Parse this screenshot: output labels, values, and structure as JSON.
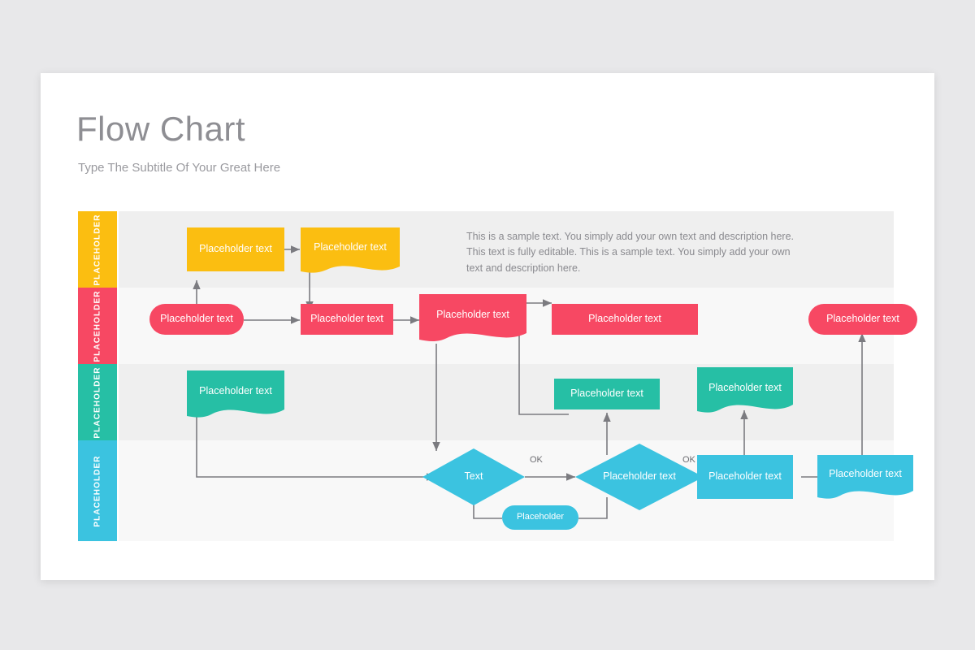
{
  "slide": {
    "title": "Flow Chart",
    "subtitle": "Type The Subtitle Of Your Great Here",
    "description": "This is a sample text. You simply add your own text and description here. This text is fully editable. This is a sample text. You simply add your own text and description here."
  },
  "colors": {
    "yellow": "#FBBE11",
    "pink": "#F74863",
    "teal": "#26BFA5",
    "cyan": "#3BC3E0",
    "band_dark": "#EFEFEF",
    "band_light": "#F8F8F8",
    "connector": "#7b7b80",
    "title": "#8e8e93",
    "subtitle": "#9a9a9f",
    "body_text": "#8a8a8f"
  },
  "bands": [
    {
      "label": "PLACEHOLDER",
      "color": "#FBBE11",
      "bg": "#EFEFEF"
    },
    {
      "label": "PLACEHOLDER",
      "color": "#F74863",
      "bg": "#F8F8F8"
    },
    {
      "label": "PLACEHOLDER",
      "color": "#26BFA5",
      "bg": "#EFEFEF"
    },
    {
      "label": "PLACEHOLDER",
      "color": "#3BC3E0",
      "bg": "#F8F8F8"
    }
  ],
  "nodes": {
    "y1": "Placeholder text",
    "y2": "Placeholder text",
    "p1": "Placeholder text",
    "p2": "Placeholder text",
    "p3": "Placeholder text",
    "p4": "Placeholder text",
    "p5": "Placeholder text",
    "t1": "Placeholder text",
    "t2": "Placeholder text",
    "t3": "Placeholder text",
    "c1": "Text",
    "c2": "Placeholder text",
    "c3": "Placeholder text",
    "c4": "Placeholder text",
    "c5": "Placeholder"
  },
  "edge_labels": {
    "ok1": "OK",
    "ok2": "OK"
  }
}
